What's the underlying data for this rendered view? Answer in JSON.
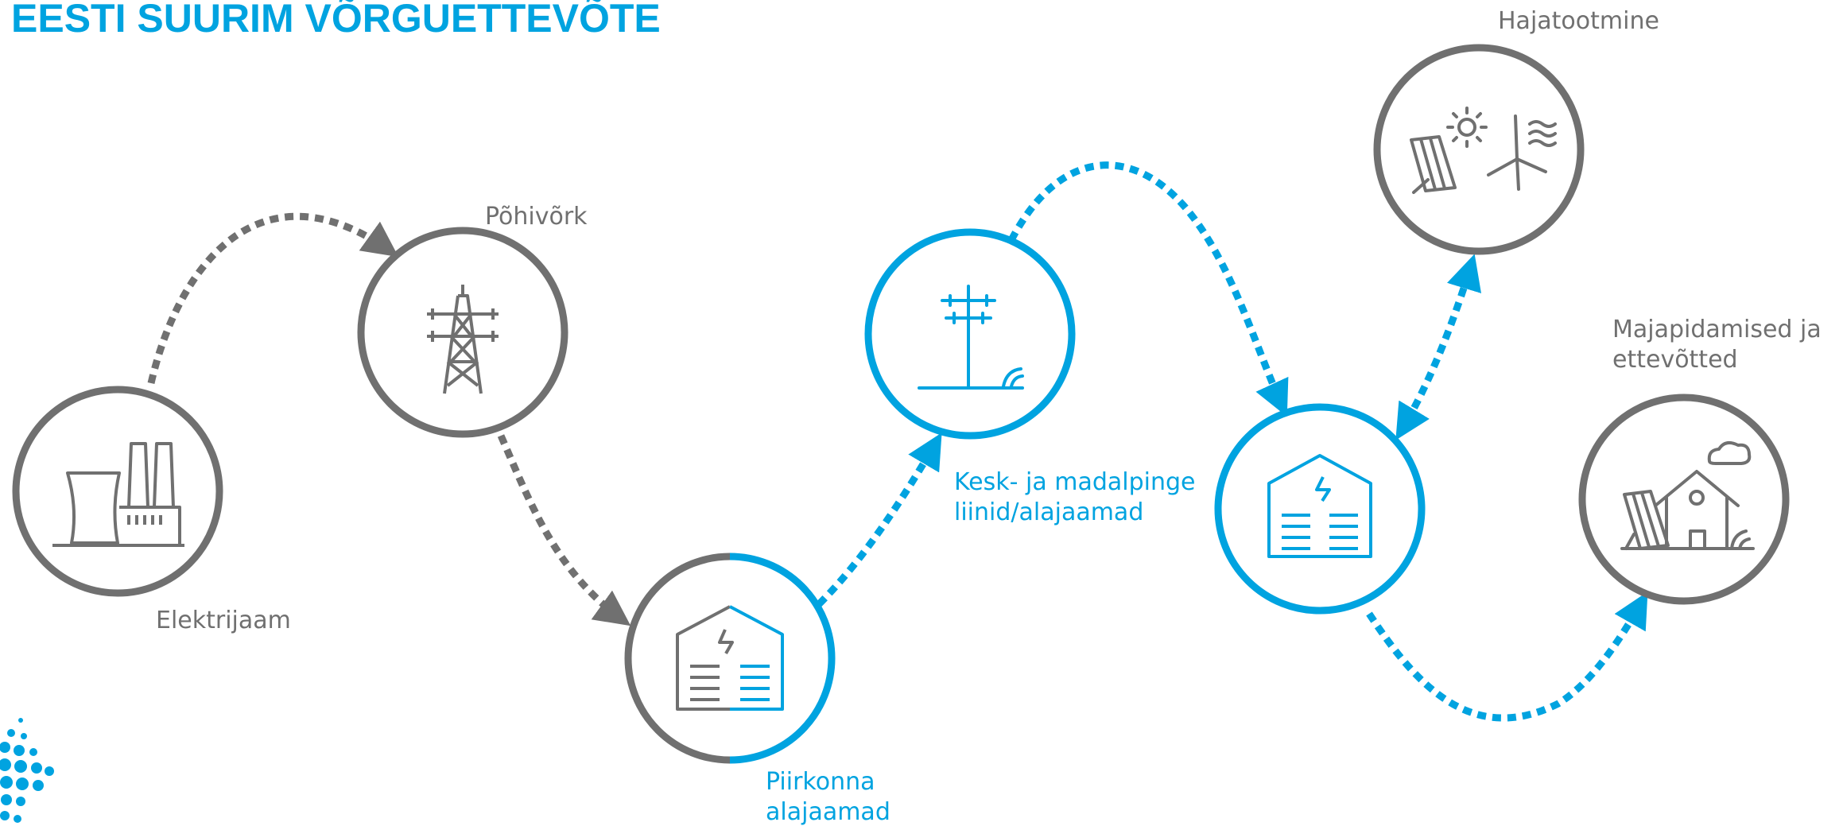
{
  "title": "EESTI SUURIM VÕRGUETTEVÕTE",
  "colors": {
    "blue": "#00a3e0",
    "gray": "#707070"
  },
  "nodes": [
    {
      "id": "power-plant",
      "icon": "power-plant-icon",
      "label": [
        "Elektrijaam"
      ]
    },
    {
      "id": "main-grid",
      "icon": "transmission-tower-icon",
      "label": [
        "Põhivõrk"
      ]
    },
    {
      "id": "regional-substations",
      "icon": "substation-icon",
      "label": [
        "Piirkonna",
        "alajaamad"
      ]
    },
    {
      "id": "medium-low-voltage-lines",
      "icon": "utility-pole-icon",
      "label": [
        "Kesk- ja madalpinge",
        "liinid/alajaamad"
      ]
    },
    {
      "id": "substation",
      "icon": "substation-icon",
      "label": []
    },
    {
      "id": "distributed-generation",
      "icon": "solar-wind-icon",
      "label": [
        "Hajatootmine"
      ]
    },
    {
      "id": "households-businesses",
      "icon": "house-icon",
      "label": [
        "Majapidamised ja",
        "ettevõtted"
      ]
    }
  ]
}
